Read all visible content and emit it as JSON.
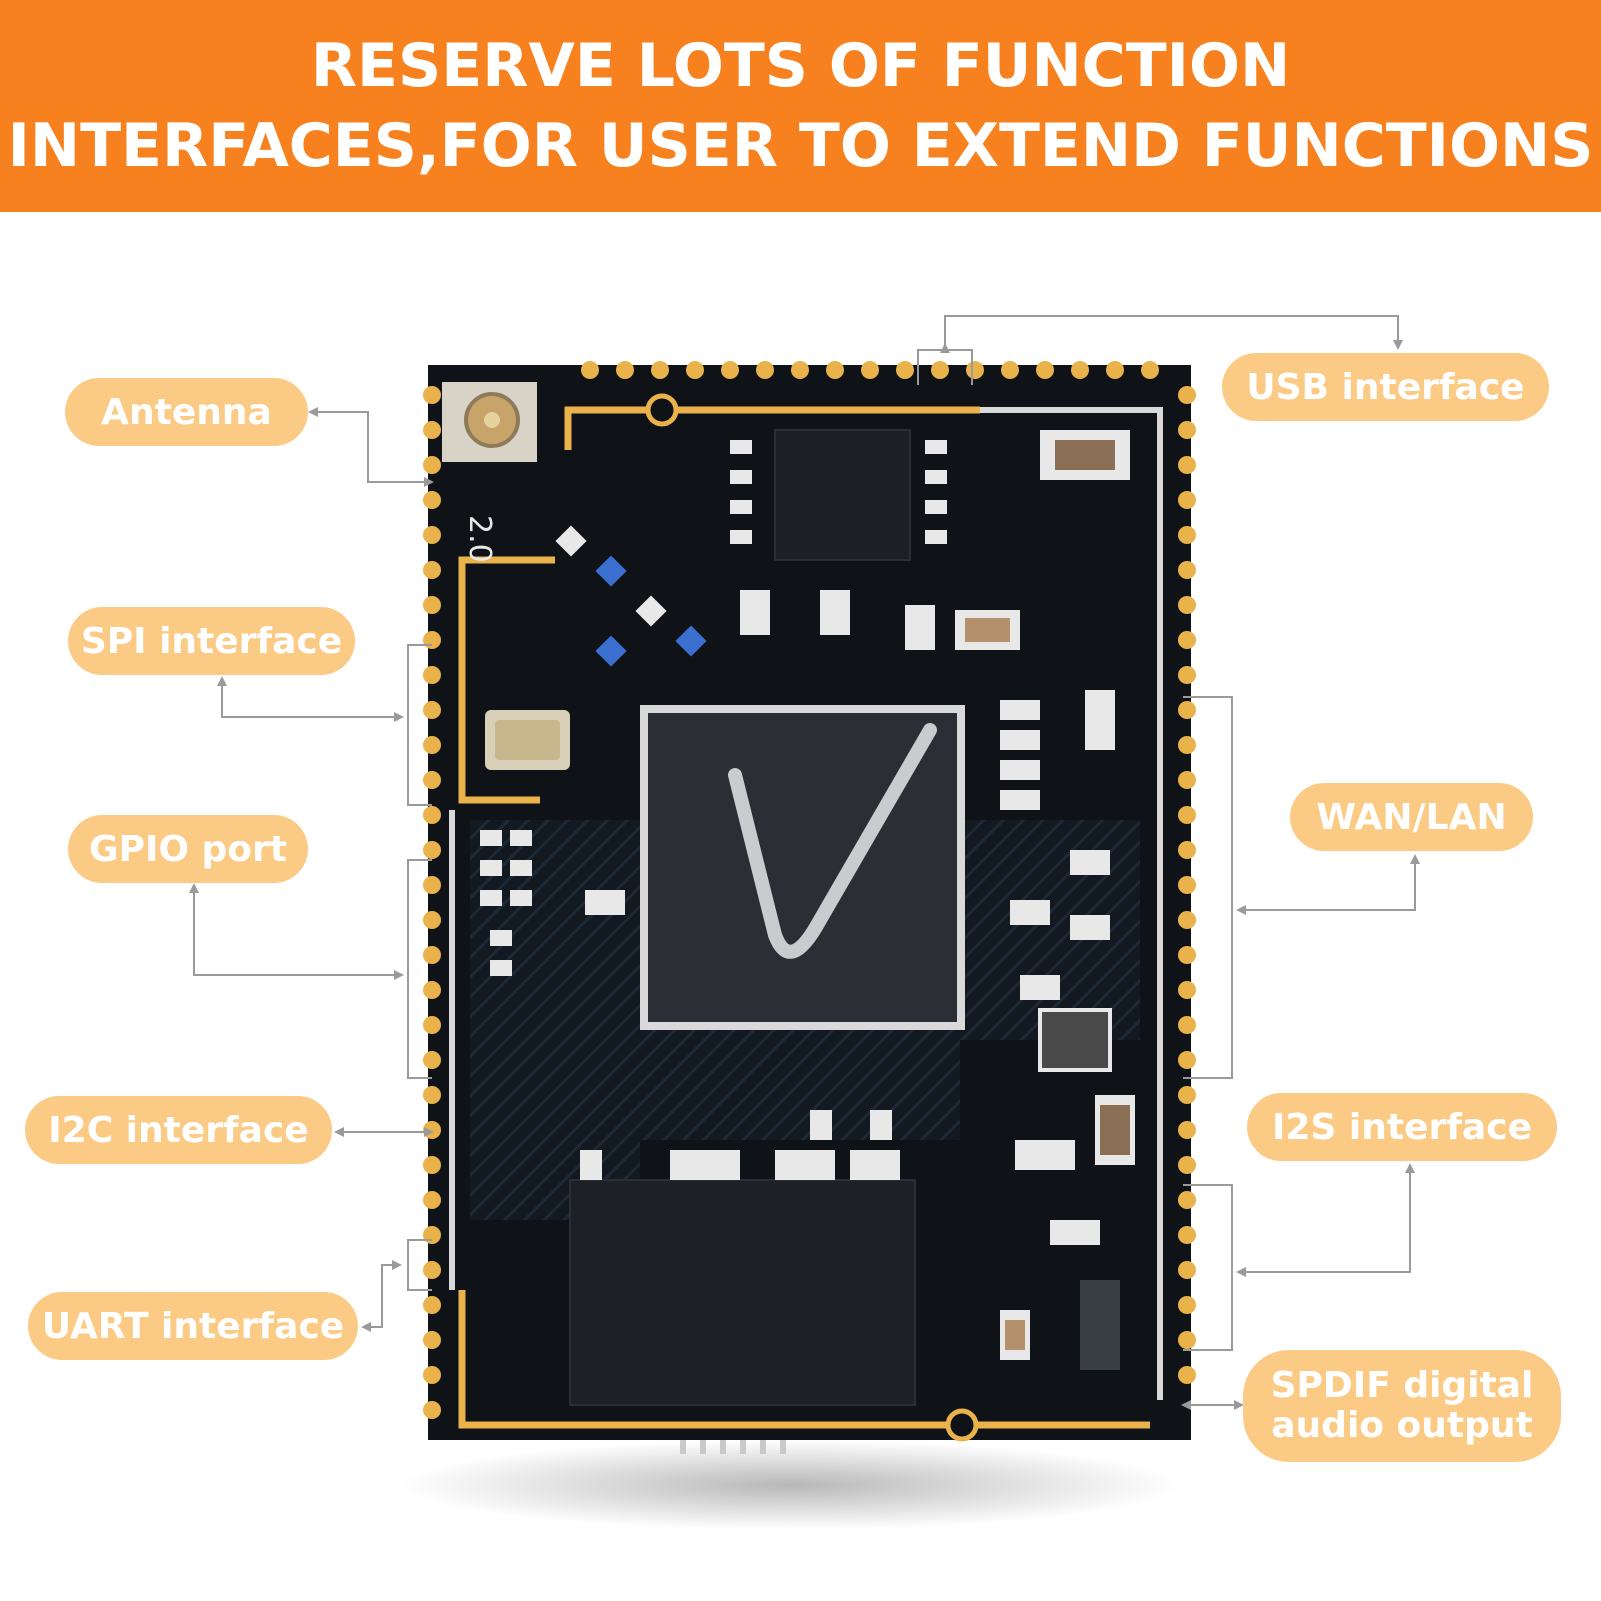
{
  "banner": {
    "line1": "RESERVE LOTS OF FUNCTION",
    "line2": "INTERFACES,FOR USER TO EXTEND FUNCTIONS"
  },
  "labels": {
    "antenna": "Antenna",
    "spi": "SPI interface",
    "gpio": "GPIO port",
    "i2c": "I2C interface",
    "uart": "UART interface",
    "usb": "USB interface",
    "wan_lan": "WAN/LAN",
    "i2s": "I2S interface",
    "spdif_line1": "SPDIF digital",
    "spdif_line2": "audio output"
  },
  "board_marking": "2.0",
  "colors": {
    "banner": "#f7811e",
    "pill": "#fbcb86",
    "board": "#101418",
    "gold": "#e9b24a",
    "connector": "#9a9a9a"
  }
}
